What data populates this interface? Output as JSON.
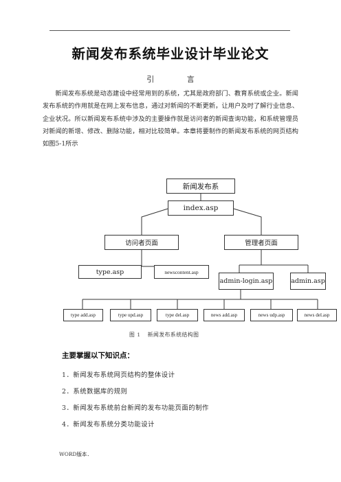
{
  "document": {
    "title": "新闻发布系统毕业设计毕业论文",
    "section_heading": "引 言",
    "intro_paragraph": "新闻发布系统是动态建设中经常用到的系统，尤其是政府部门、教育系统或企业。新闻发布系统的作用就是在网上发布信息，通过对新闻的不断更新，让用户及时了解行业信息、企业状况。所以新闻发布系统中涉及的主要操作就是访问者的新闻查询功能，和系统管理员对新闻的新增、修改、删除功能，相对比较简单。本章将要制作的新闻发布系统的网页结构如图5-1所示",
    "diagram": {
      "root": "新闻发布系",
      "index": "index.asp",
      "visitor_page": "访问者页面",
      "admin_page": "管理者页面",
      "type": "type.asp",
      "newscontent": "newscontent.asp",
      "admin_login": "admin-login.asp",
      "admin": "admin.asp",
      "leaves": [
        "type add.asp",
        "type upd.asp",
        "type del.asp",
        "news add.asp",
        "news udp.asp",
        "news del.asp"
      ]
    },
    "caption_num": "图 1",
    "caption_text": "新闻发布系统结构图",
    "knowledge_heading": "主要掌握以下知识点：",
    "items": [
      "1．新闻发布系统网页结构的整体设计",
      "2．系统数据库的规则",
      "3．新闻发布系统前台新闻的发布功能页面的制作",
      "4．新闻发布系统分类功能设计"
    ],
    "footer": "WORD版本．"
  }
}
